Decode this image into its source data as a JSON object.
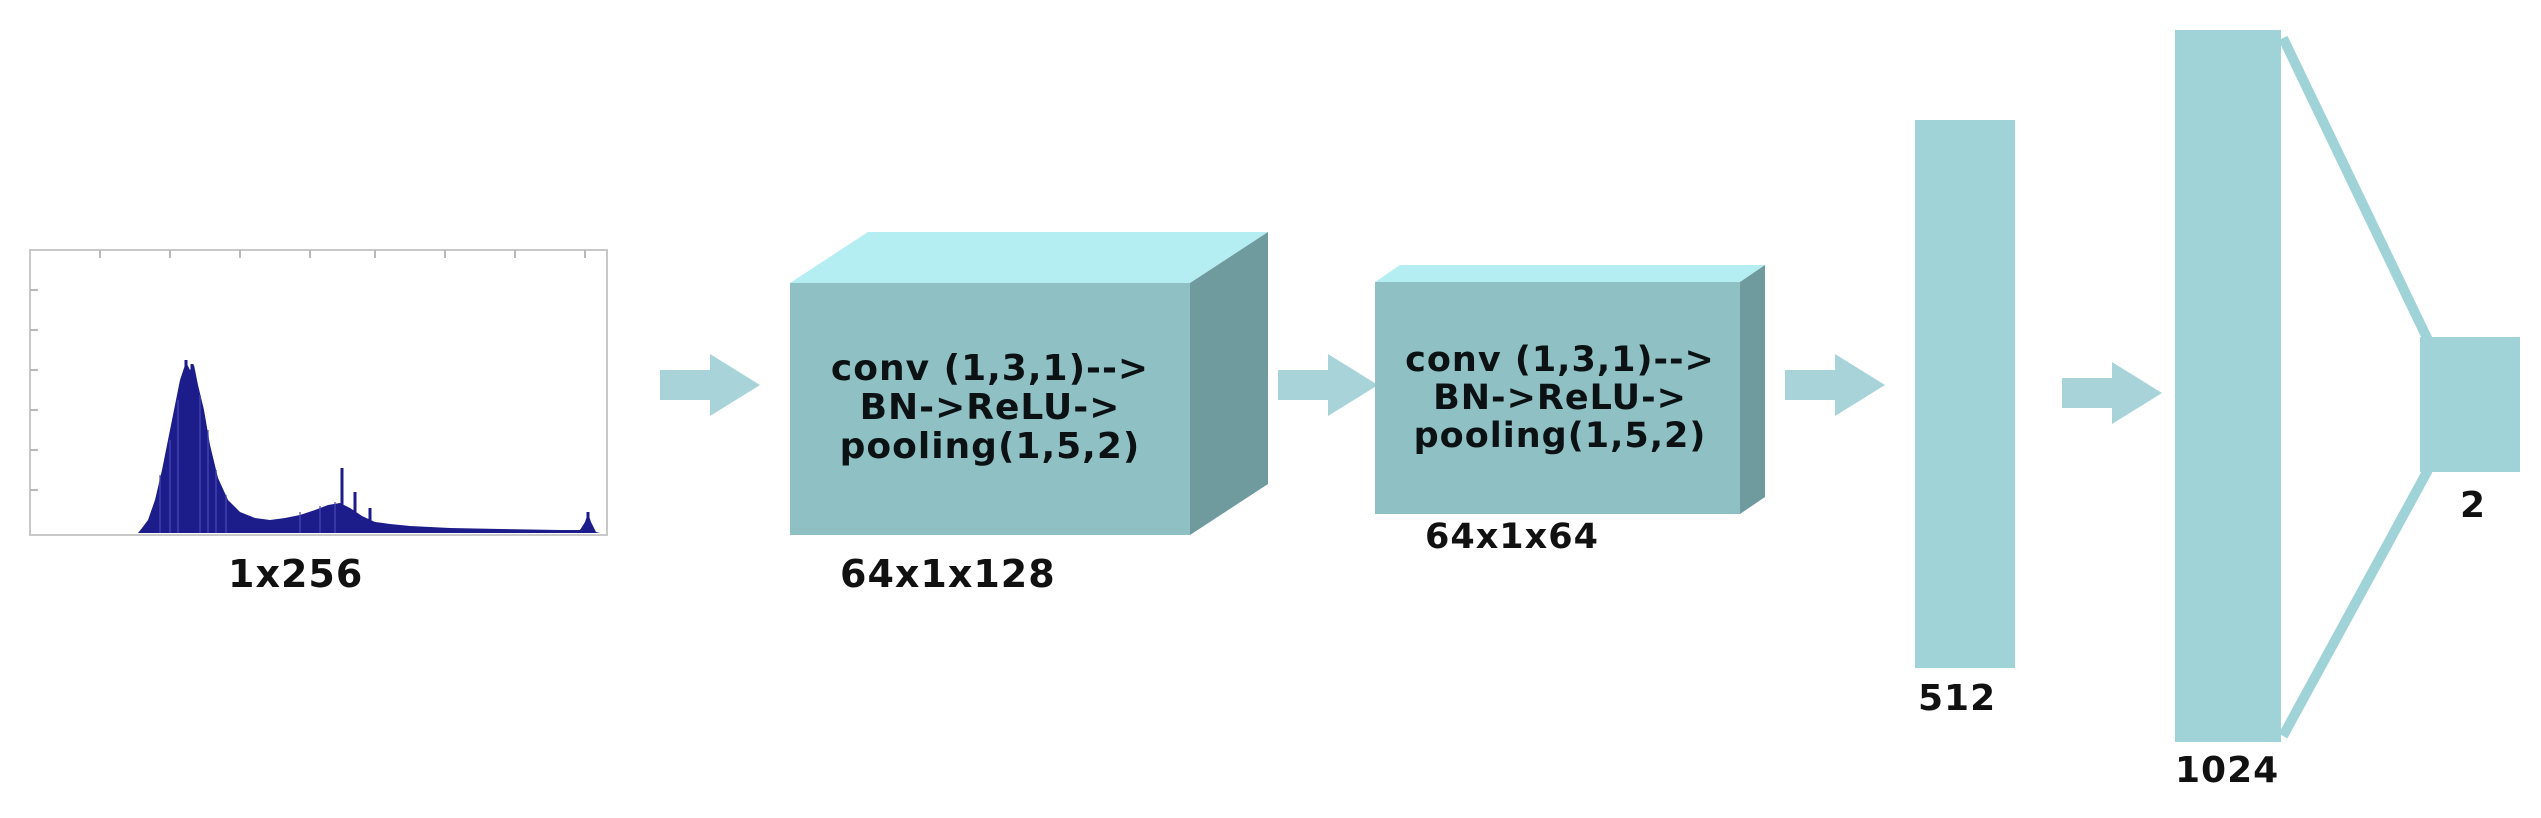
{
  "diagram": {
    "input": {
      "size_label": "1x256"
    },
    "conv_block_1": {
      "lines": [
        "conv (1,3,1)-->",
        "BN->ReLU->",
        "pooling(1,5,2)"
      ],
      "size_label": "64x1x128"
    },
    "conv_block_2": {
      "lines": [
        "conv (1,3,1)-->",
        "BN->ReLU->",
        "pooling(1,5,2)"
      ],
      "size_label": "64x1x64"
    },
    "fc_1": {
      "size_label": "512"
    },
    "fc_2": {
      "size_label": "1024"
    },
    "output": {
      "size_label": "2"
    }
  },
  "colors": {
    "arrow": "#a8d3d8",
    "layer": "#9fd3d8",
    "cube_front": "#8fc0c4",
    "cube_top": "#b4eef2",
    "cube_side": "#6f9b9e",
    "histogram_fill": "#1c1c8a"
  }
}
